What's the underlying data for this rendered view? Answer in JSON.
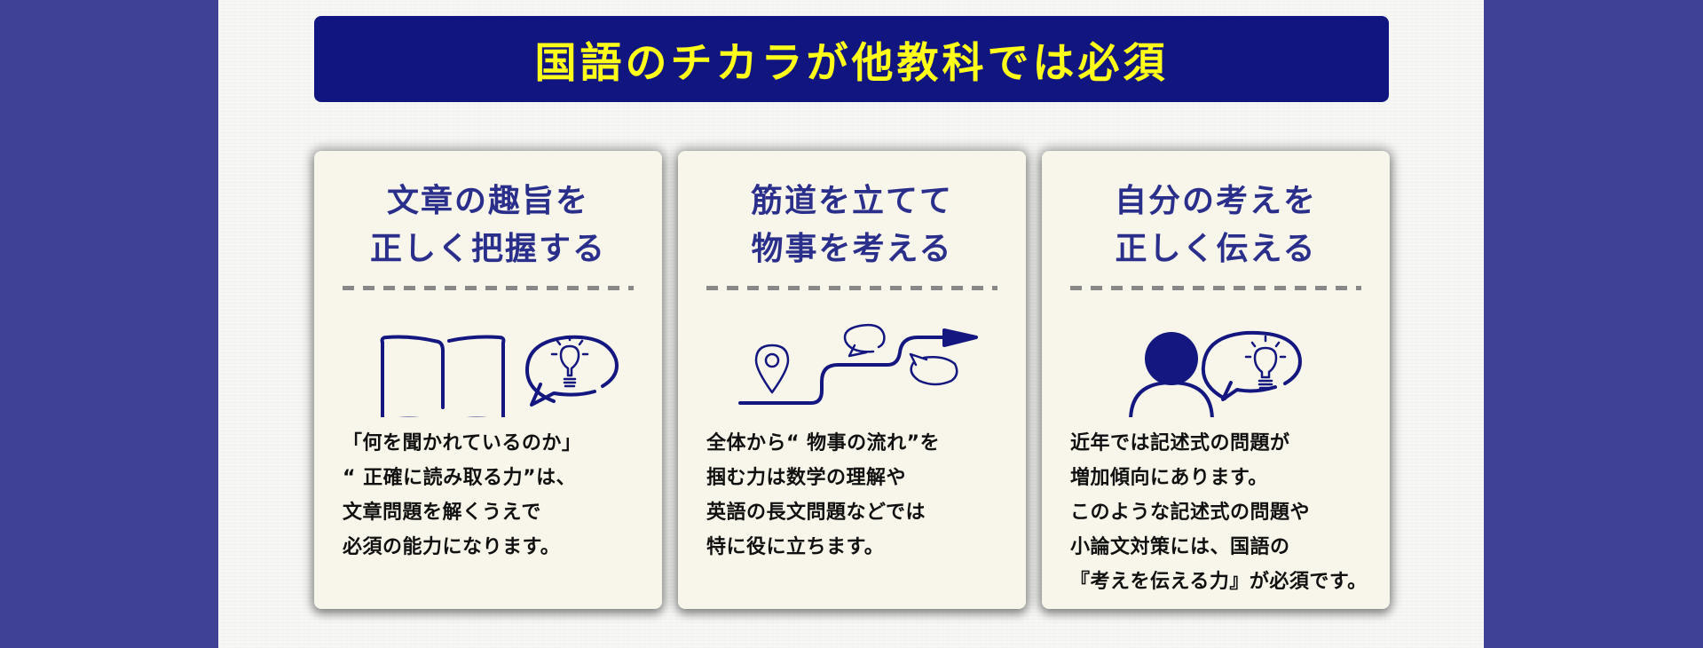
{
  "banner": {
    "title": "国語のチカラが他教科では必須"
  },
  "colors": {
    "outer_background": "#3e4196",
    "banner_background": "#11157f",
    "banner_text": "#ffff1a",
    "card_background": "#f8f6ea",
    "card_title": "#2b2f8c",
    "icon_stroke": "#14177f",
    "body_text": "#111111"
  },
  "cards": [
    {
      "title": "文章の趣旨を\n正しく把握する",
      "icon": "open-book-with-lightbulb-speech-bubble-icon",
      "body": "「何を聞かれているのか」\n“ 正確に読み取る力”は、\n文章問題を解くうえで\n必須の能力になります。"
    },
    {
      "title": "筋道を立てて\n物事を考える",
      "icon": "route-path-with-pin-and-speech-bubbles-icon",
      "body": "全体から“ 物事の流れ”を\n掴む力は数学の理解や\n英語の長文問題などでは\n特に役に立ちます。"
    },
    {
      "title": "自分の考えを\n正しく伝える",
      "icon": "person-with-lightbulb-speech-bubble-icon",
      "body": "近年では記述式の問題が\n増加傾向にあります。\nこのような記述式の問題や\n小論文対策には、国語の\n『考えを伝える力』が必須です。"
    }
  ]
}
